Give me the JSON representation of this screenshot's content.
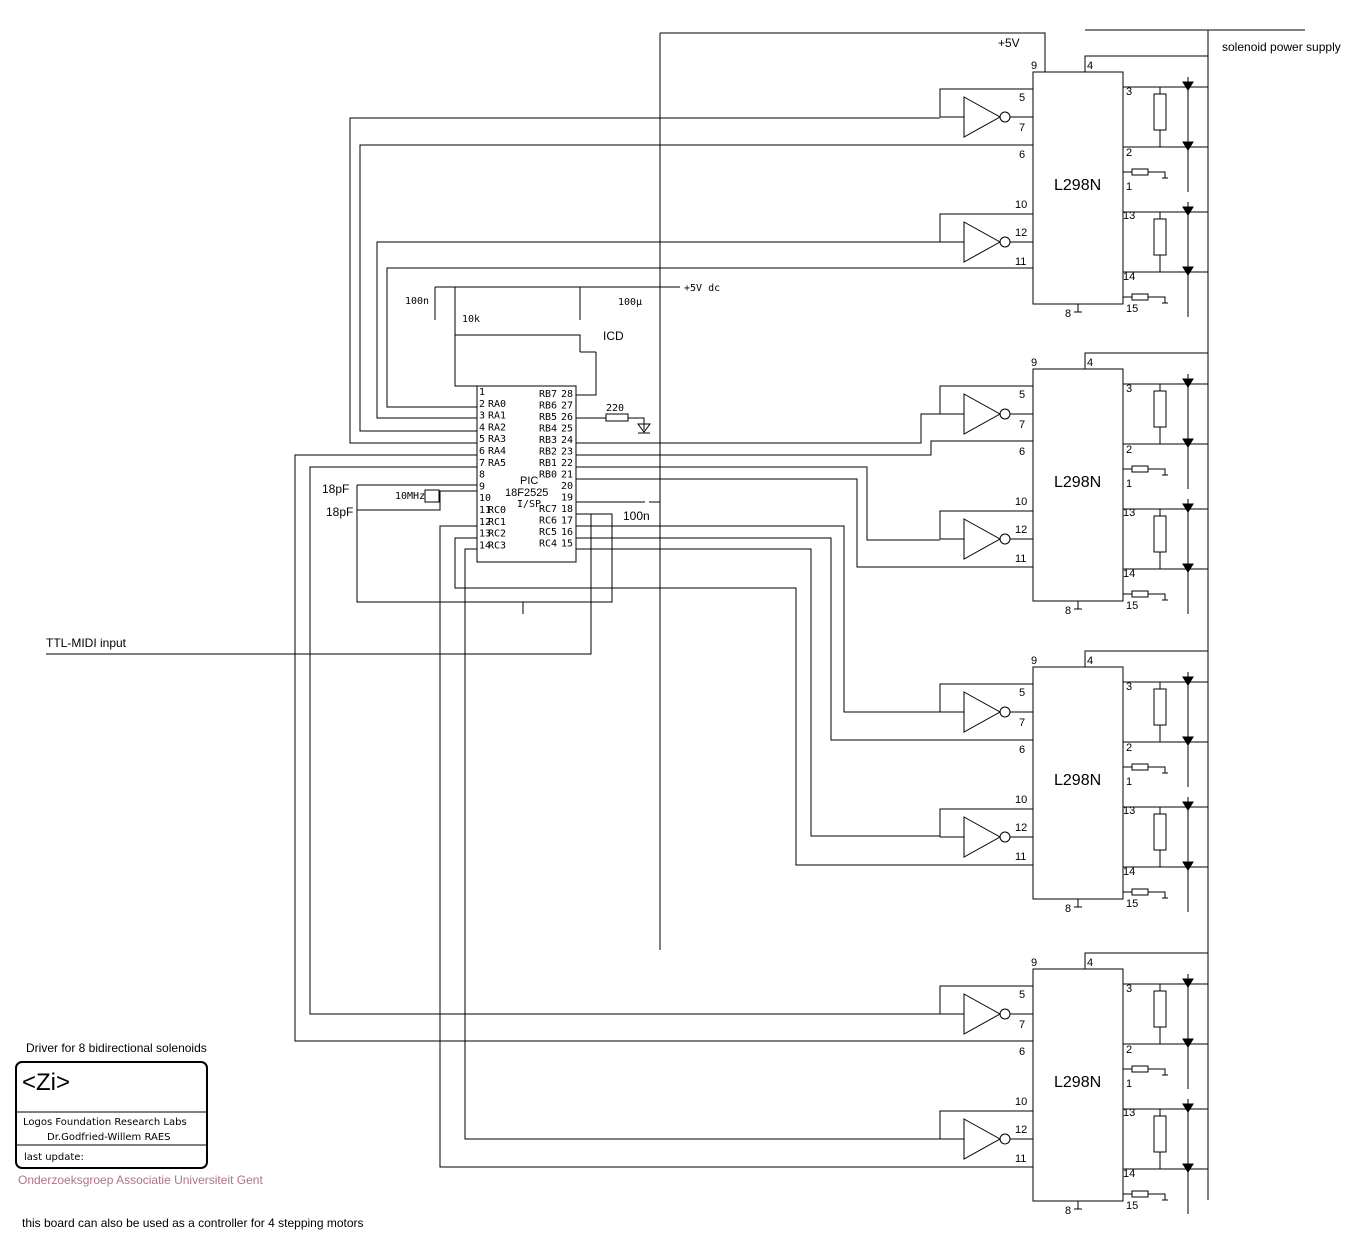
{
  "title": "Driver for 8 bidirectional solenoids",
  "footer_note": "this board can also be used as a controller for 4 stepping motors",
  "supply_label": "solenoid power supply",
  "plus5v_label": "+5V",
  "plus5v_dc_label": "+5V dc",
  "midi_input_label": "TTL-MIDI input",
  "driver_chip_label": "L298N",
  "pic": {
    "name_line1": "PIC",
    "name_line2": "18F2525",
    "isp": "I/SP",
    "left_pins": [
      {
        "num": "1",
        "name": ""
      },
      {
        "num": "2",
        "name": "RA0"
      },
      {
        "num": "3",
        "name": "RA1"
      },
      {
        "num": "4",
        "name": "RA2"
      },
      {
        "num": "5",
        "name": "RA3"
      },
      {
        "num": "6",
        "name": "RA4"
      },
      {
        "num": "7",
        "name": "RA5"
      },
      {
        "num": "8",
        "name": ""
      },
      {
        "num": "9",
        "name": ""
      },
      {
        "num": "10",
        "name": ""
      },
      {
        "num": "11",
        "name": "RC0"
      },
      {
        "num": "12",
        "name": "RC1"
      },
      {
        "num": "13",
        "name": "RC2"
      },
      {
        "num": "14",
        "name": "RC3"
      }
    ],
    "right_pins": [
      {
        "num": "28",
        "name": "RB7"
      },
      {
        "num": "27",
        "name": "RB6"
      },
      {
        "num": "26",
        "name": "RB5"
      },
      {
        "num": "25",
        "name": "RB4"
      },
      {
        "num": "24",
        "name": "RB3"
      },
      {
        "num": "23",
        "name": "RB2"
      },
      {
        "num": "22",
        "name": "RB1"
      },
      {
        "num": "21",
        "name": "RB0"
      },
      {
        "num": "20",
        "name": ""
      },
      {
        "num": "19",
        "name": ""
      },
      {
        "num": "18",
        "name": "RC7"
      },
      {
        "num": "17",
        "name": "RC6"
      },
      {
        "num": "16",
        "name": "RC5"
      },
      {
        "num": "15",
        "name": "RC4"
      }
    ]
  },
  "components": {
    "cap_100n_top": "100n",
    "res_10k": "10k",
    "cap_100u": "100µ",
    "icd": "ICD",
    "res_220": "220",
    "cap_100n_mid": "100n",
    "cap_18pf_a": "18pF",
    "cap_18pf_b": "18pF",
    "crystal": "10MHz"
  },
  "l298_pins": {
    "p9": "9",
    "p4": "4",
    "p5": "5",
    "p7": "7",
    "p6": "6",
    "p10": "10",
    "p12": "12",
    "p11": "11",
    "p8": "8",
    "p3": "3",
    "p2": "2",
    "p1": "1",
    "p13": "13",
    "p14": "14",
    "p15": "15"
  },
  "title_block": {
    "logo": "<Zi>",
    "org": "Logos Foundation Research Labs",
    "author": "Dr.Godfried-Willem RAES",
    "last_update": "last update:",
    "university": "Onderzoeksgroep Associatie Universiteit Gent"
  }
}
